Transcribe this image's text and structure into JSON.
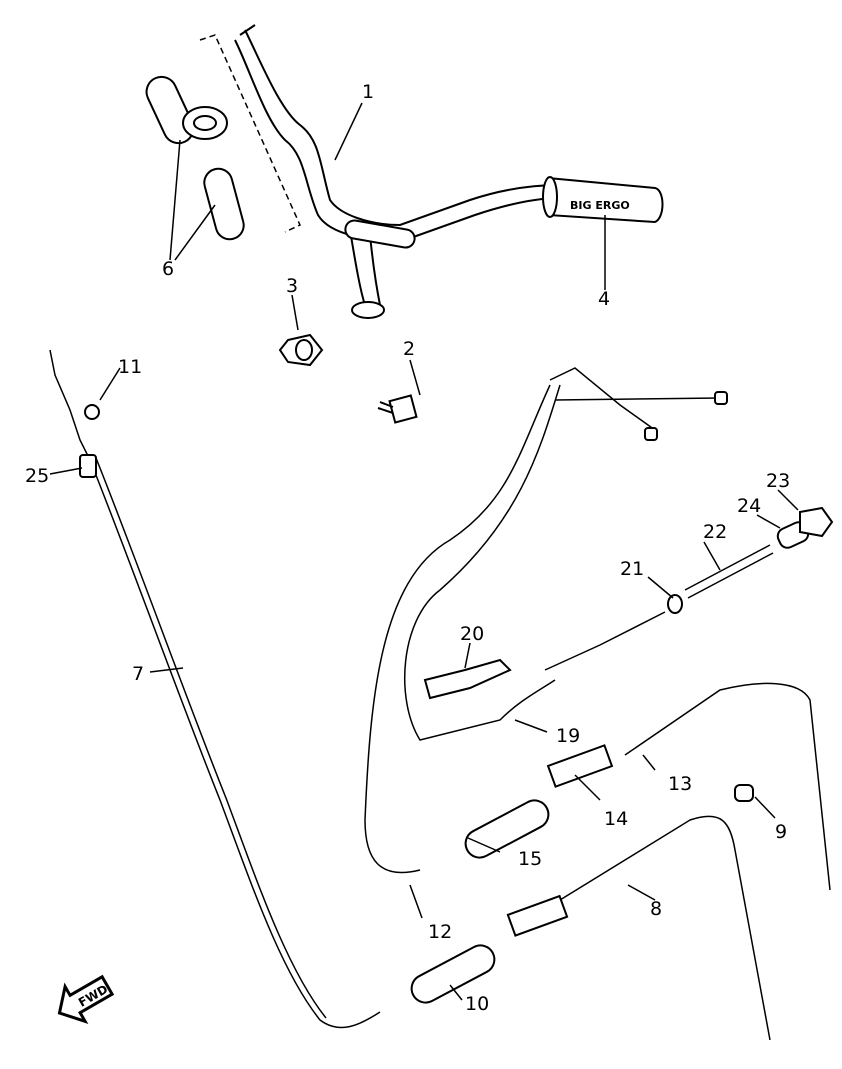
{
  "diagram": {
    "type": "exploded-parts-diagram",
    "fwd_badge": "FWD",
    "grip_text": "BIG ERGO",
    "callouts": [
      {
        "id": "1",
        "part": "handlebar"
      },
      {
        "id": "2",
        "part": "bolt"
      },
      {
        "id": "3",
        "part": "nut"
      },
      {
        "id": "4",
        "part": "right-grip"
      },
      {
        "id": "6",
        "part": "left-grip-set"
      },
      {
        "id": "7",
        "part": "cable"
      },
      {
        "id": "8",
        "part": "cable"
      },
      {
        "id": "9",
        "part": "cap"
      },
      {
        "id": "10",
        "part": "cover"
      },
      {
        "id": "11",
        "part": "screw"
      },
      {
        "id": "12",
        "part": "cable"
      },
      {
        "id": "13",
        "part": "cable"
      },
      {
        "id": "14",
        "part": "connector"
      },
      {
        "id": "15",
        "part": "cover"
      },
      {
        "id": "19",
        "part": "cable"
      },
      {
        "id": "20",
        "part": "holder"
      },
      {
        "id": "21",
        "part": "washer"
      },
      {
        "id": "22",
        "part": "spring"
      },
      {
        "id": "23",
        "part": "nut"
      },
      {
        "id": "24",
        "part": "adjuster"
      },
      {
        "id": "25",
        "part": "cable-end"
      }
    ]
  }
}
